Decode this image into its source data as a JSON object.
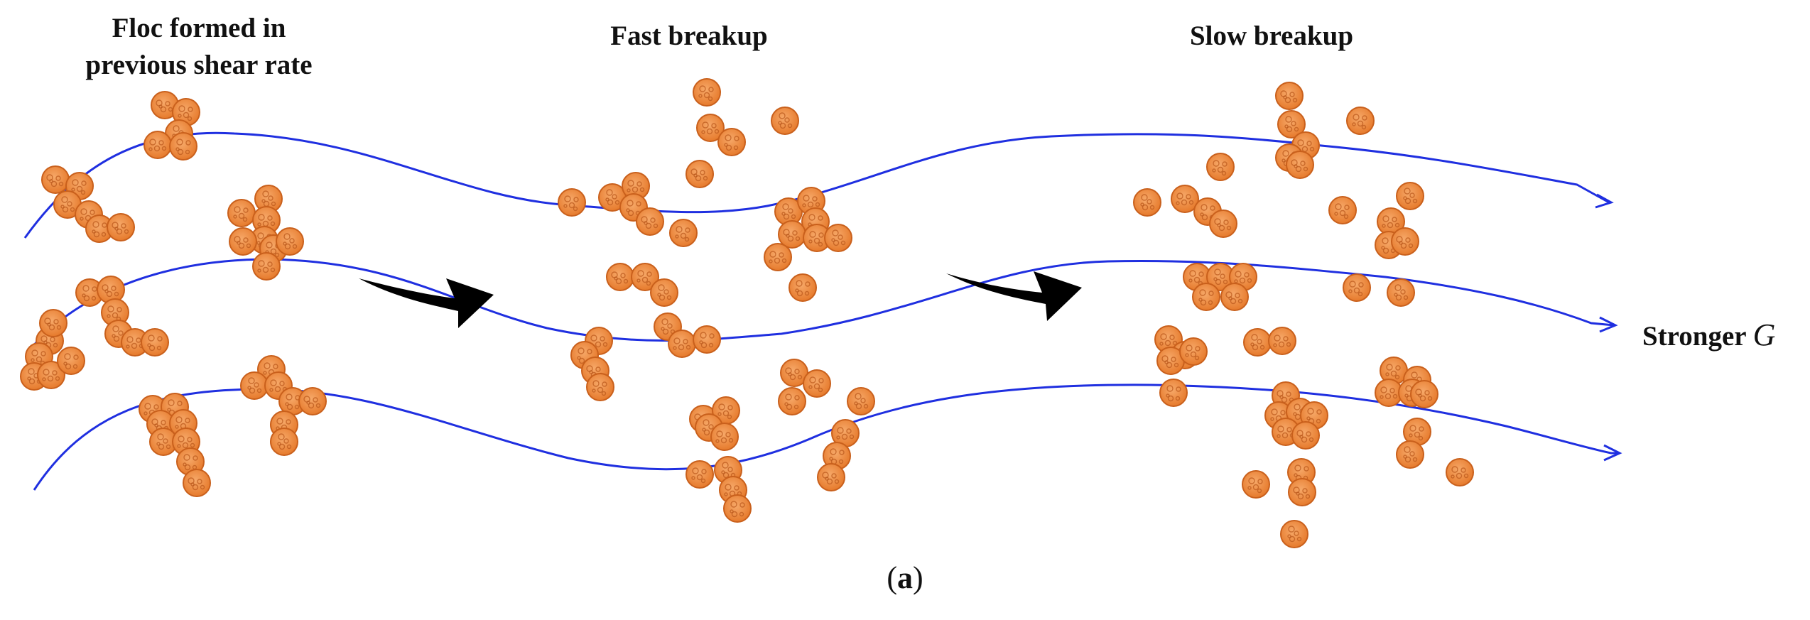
{
  "labels": {
    "floc_line1": "Floc formed in",
    "floc_line2": "previous shear rate",
    "fast": "Fast breakup",
    "slow": "Slow breakup",
    "stronger": "Stronger",
    "stronger_symbol": "G",
    "subfigure_open": "(",
    "subfigure_letter": "a",
    "subfigure_close": ")"
  },
  "colors": {
    "streamline": "#1f2fe0",
    "particle_fill": "#f08a3c",
    "particle_edge": "#c9601c",
    "particle_texture": "#b8551a",
    "arrow": "#000000"
  }
}
